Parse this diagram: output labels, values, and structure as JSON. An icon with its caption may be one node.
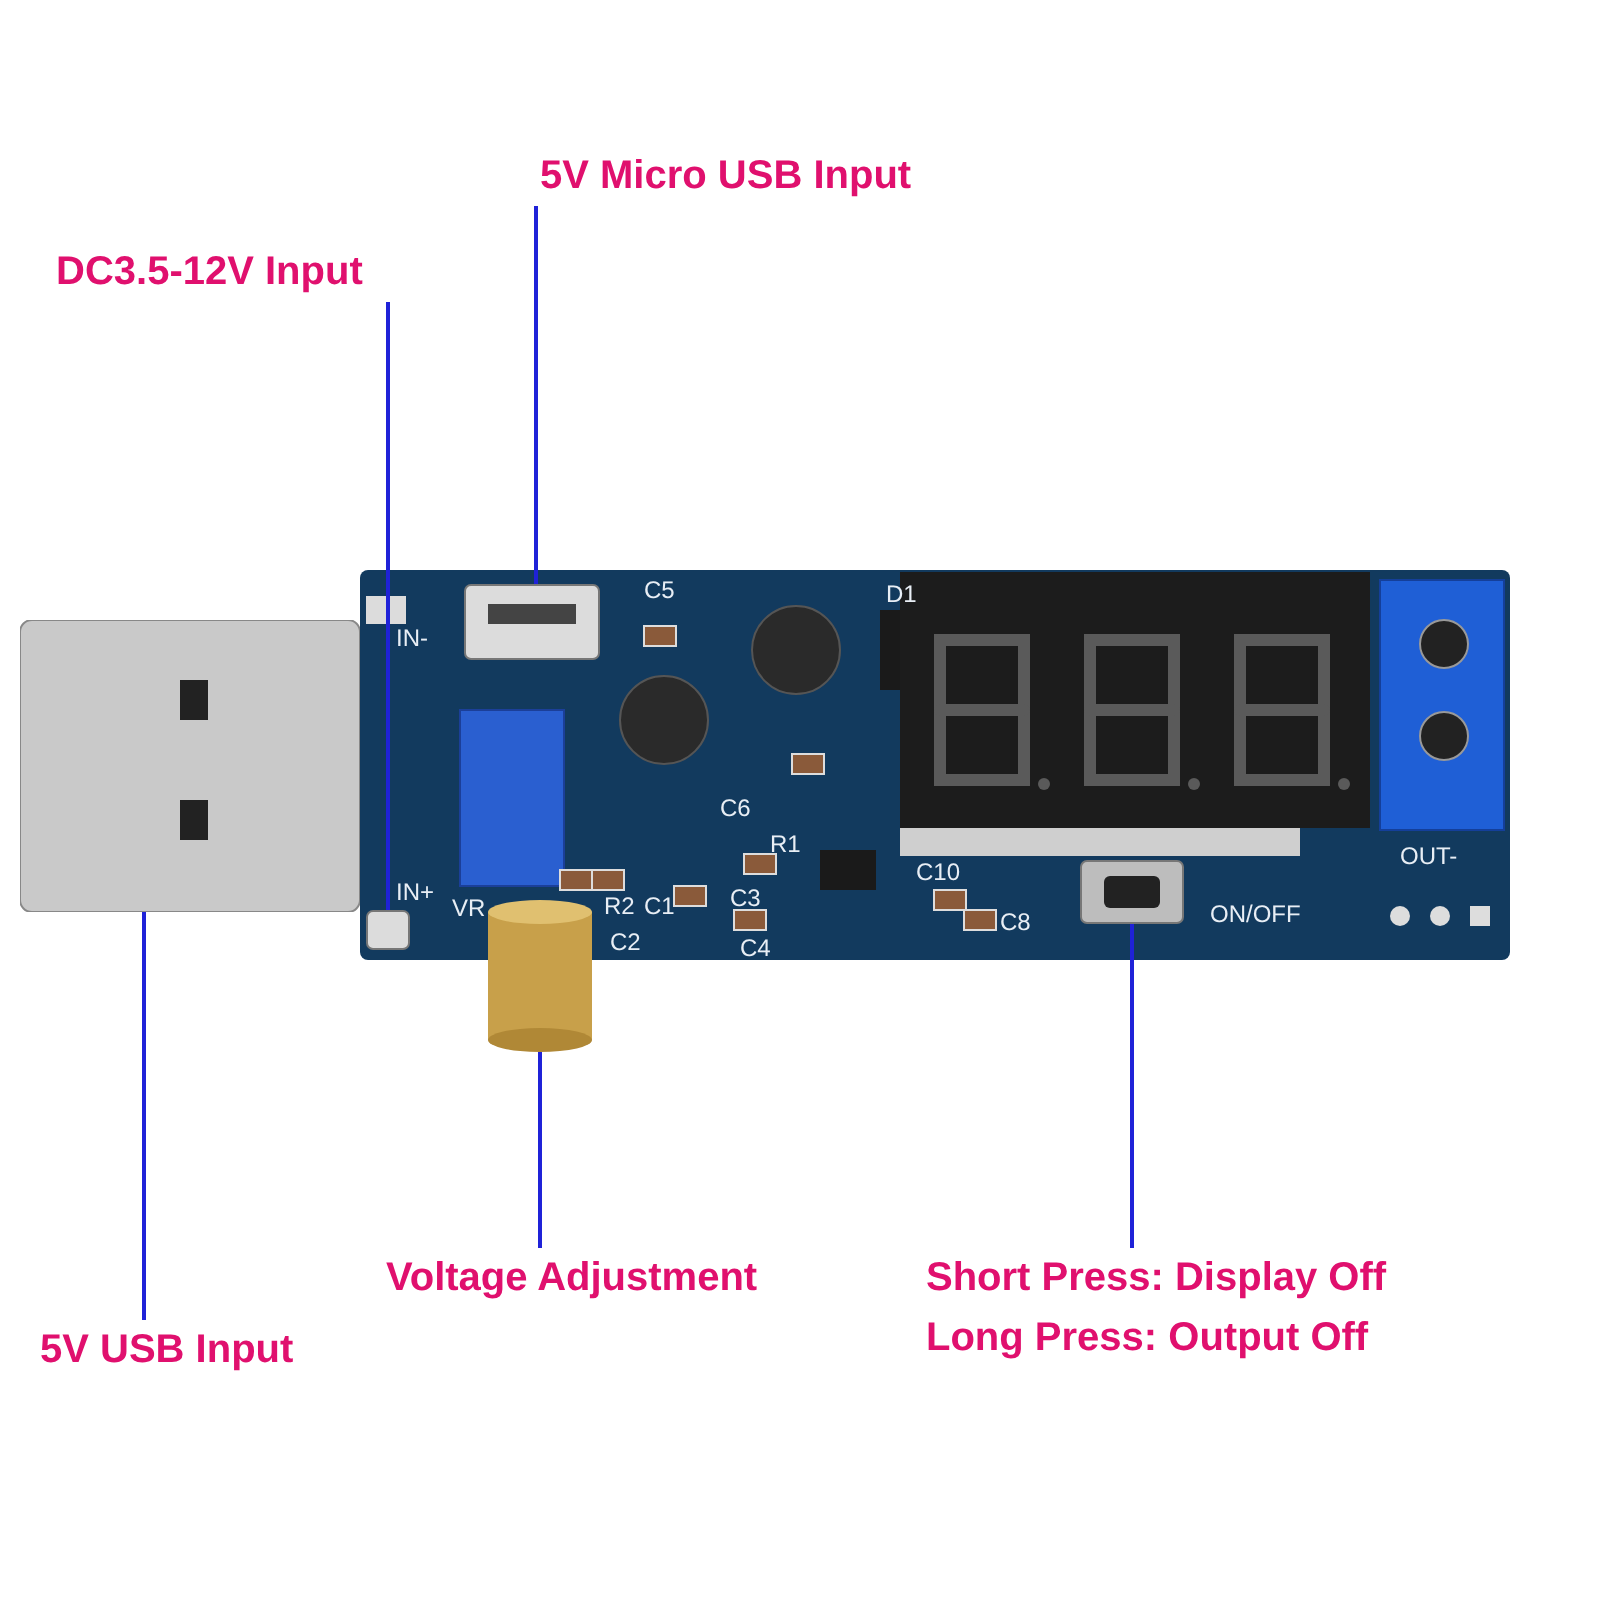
{
  "diagram": {
    "nodes": [
      {
        "text": [
          "5V Micro USB Input"
        ]
      },
      {
        "text": [
          "DC3.5-12V Input"
        ]
      },
      {
        "text": [],
        "shape": "box"
      },
      {
        "text": [],
        "shape": "box"
      },
      {
        "text": [],
        "shape": "box"
      },
      {
        "text": [],
        "shape": "cylinder"
      },
      {
        "text": [],
        "shape": "box"
      },
      {
        "text": [
          "Voltage Adjustment"
        ]
      },
      {
        "text": [
          "Short Press: Display Off",
          "Long Press: Output Off"
        ]
      },
      {
        "text": [
          "5V USB Input"
        ]
      }
    ],
    "edges": [
      {
        "from": 0,
        "to": 2,
        "arrow": "none"
      },
      {
        "from": 1,
        "to": 3,
        "arrow": "none"
      },
      {
        "from": 9,
        "to": 4,
        "arrow": "none"
      },
      {
        "from": 7,
        "to": 5,
        "arrow": "none"
      },
      {
        "from": 8,
        "to": 6,
        "arrow": "none"
      }
    ],
    "labels": [
      "IN-",
      "C5",
      "D1",
      "C6",
      "R1",
      "IN+",
      "VR",
      "R2",
      "C1",
      "C3",
      "C10",
      "C8",
      "ON/OFF",
      "OUT-",
      "C2",
      "C4"
    ]
  }
}
